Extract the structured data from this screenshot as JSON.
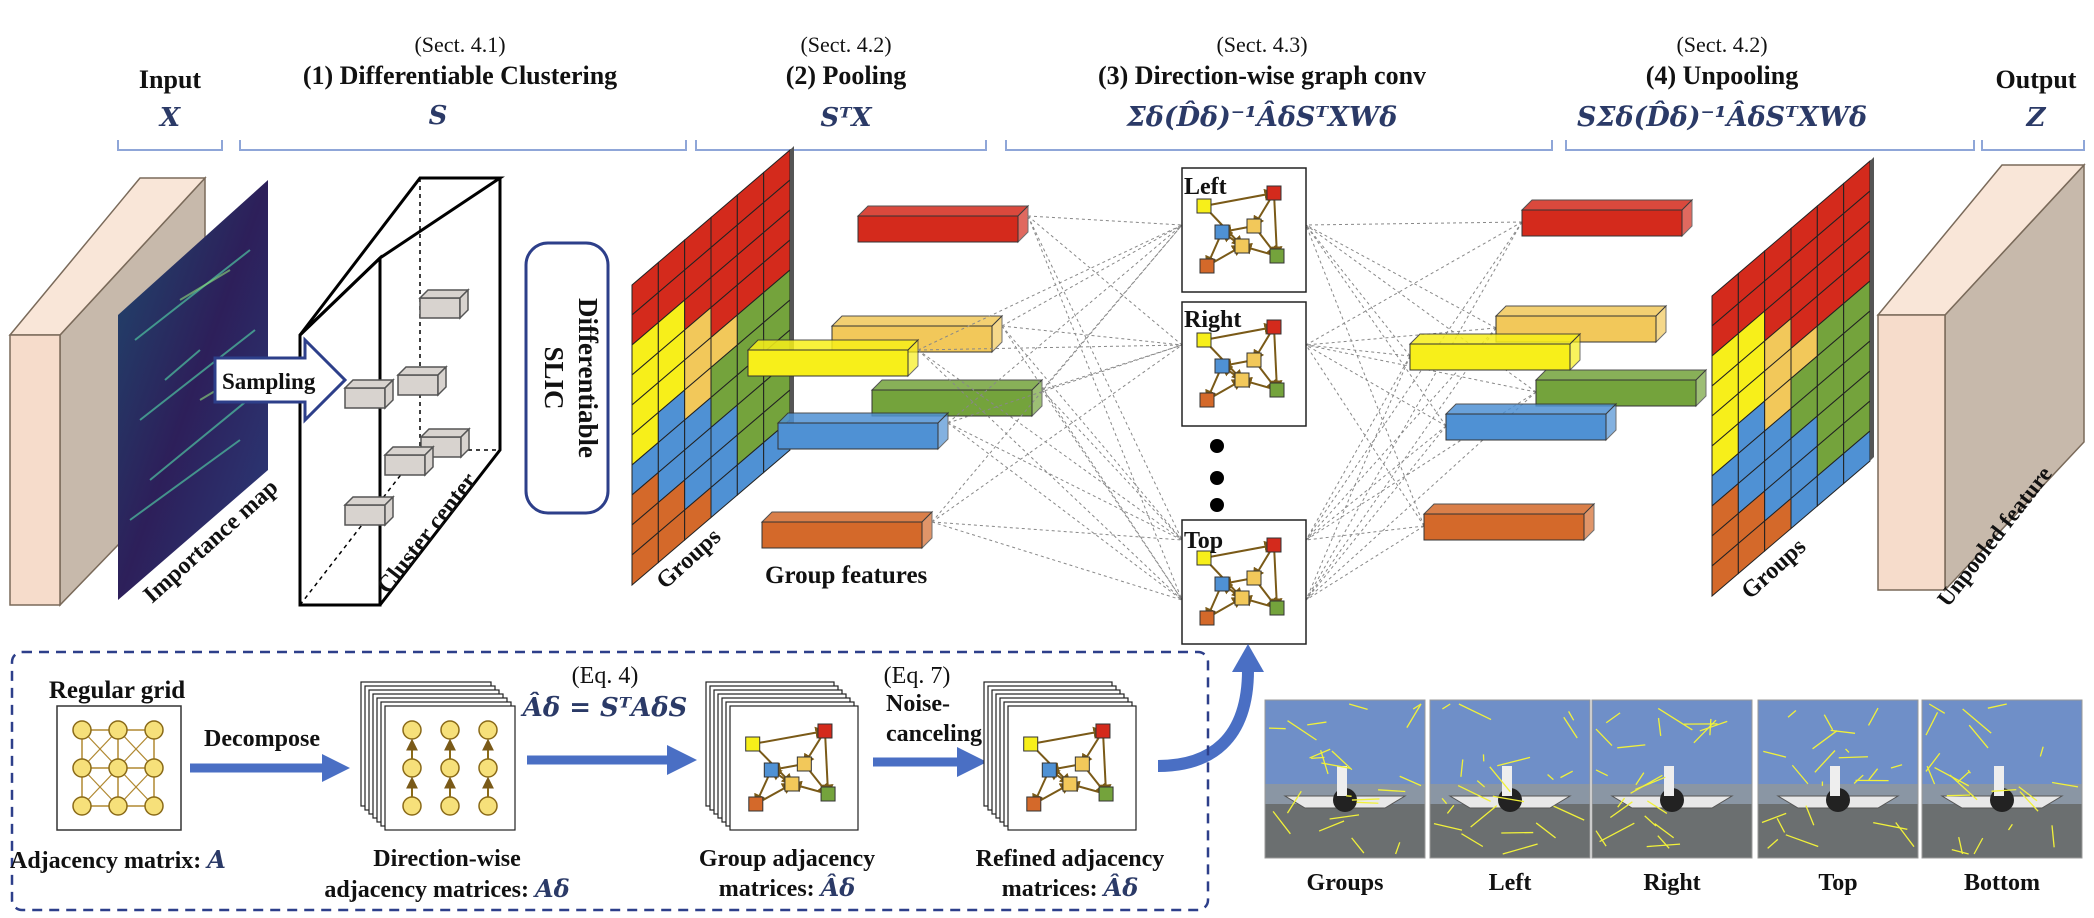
{
  "stages": [
    {
      "id": "input",
      "sect": "",
      "title": "Input",
      "formula": "X"
    },
    {
      "id": "clustering",
      "sect": "(Sect. 4.1)",
      "title": "(1) Differentiable  Clustering",
      "formula": "S"
    },
    {
      "id": "pooling",
      "sect": "(Sect. 4.2)",
      "title": "(2) Pooling",
      "formula": "SᵀX"
    },
    {
      "id": "conv",
      "sect": "(Sect. 4.3)",
      "title": "(3) Direction-wise graph conv",
      "formula": "Σδ(D̂δ)⁻¹ÂδSᵀXWδ"
    },
    {
      "id": "unpooling",
      "sect": "(Sect. 4.2)",
      "title": "(4) Unpooling",
      "formula": "SΣδ(D̂δ)⁻¹ÂδSᵀXWδ"
    },
    {
      "id": "output",
      "sect": "",
      "title": "Output",
      "formula": "Z"
    }
  ],
  "labels": {
    "importance_map": "Importance map",
    "sampling": "Sampling",
    "cluster_center": "Cluster center",
    "slic_line1": "Differentiable",
    "slic_line2": "SLIC",
    "groups": "Groups",
    "group_features": "Group features",
    "unpooled_feature": "Unpooled feature",
    "graph_left": "Left",
    "graph_right": "Right",
    "graph_top": "Top"
  },
  "bottom": {
    "regular_grid": "Regular grid",
    "adjacency_label": "Adjacency matrix: ",
    "adjacency_symbol": "A",
    "decompose": "Decompose",
    "direction_line1": "Direction-wise",
    "direction_line2": "adjacency matrices: ",
    "direction_symbol": "Aδ",
    "eq4": "(Eq. 4)",
    "eq4_formula": "Âδ = SᵀAδS",
    "group_adj_line1": "Group adjacency",
    "group_adj_line2": "matrices: ",
    "group_adj_symbol": "Âδ",
    "eq7": "(Eq. 7)",
    "noise_line1": "Noise-",
    "noise_line2": "canceling",
    "refined_line1": "Refined adjacency",
    "refined_line2": "matrices: ",
    "refined_symbol": "Âδ"
  },
  "thumbnails": [
    "Groups",
    "Left",
    "Right",
    "Top",
    "Bottom"
  ],
  "colors": {
    "red": "#d42a1c",
    "yellow": "#f7ef1a",
    "light_orange": "#f2c85a",
    "green": "#74a33c",
    "blue": "#4f91d4",
    "orange": "#d4692a",
    "arrow_blue": "#4a6fc4",
    "math_blue": "#2b3a67",
    "skin": "#f6dccb",
    "taupe": "#c7b9ab"
  }
}
